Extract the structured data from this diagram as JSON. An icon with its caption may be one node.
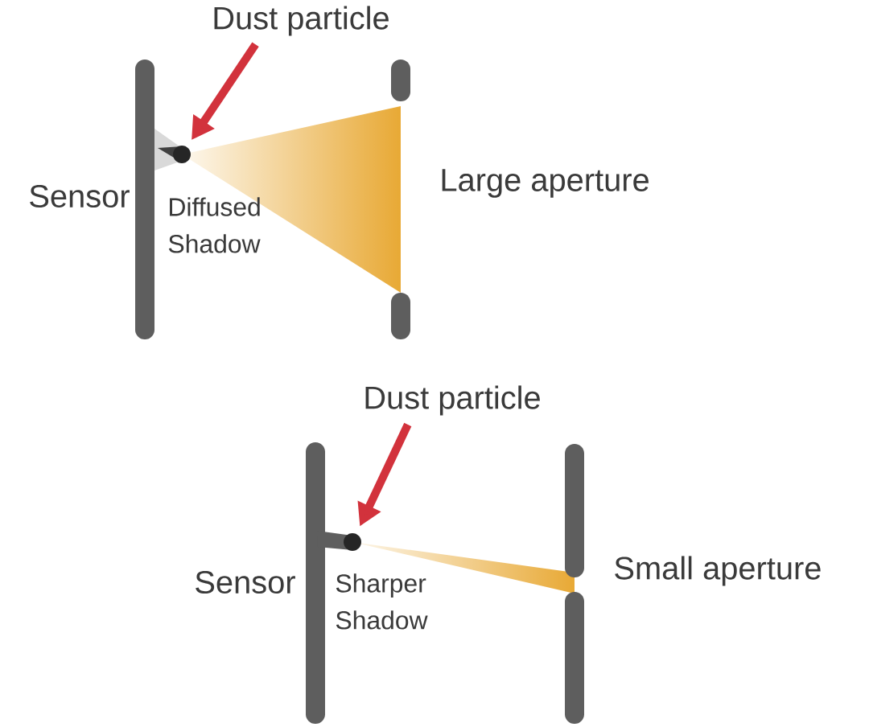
{
  "diagram": {
    "nodes": [
      {
        "text": [
          "Dust particle"
        ]
      },
      {
        "text": [],
        "shape": "circle"
      },
      {
        "text": [
          "Dust particle"
        ]
      },
      {
        "text": [],
        "shape": "circle"
      }
    ],
    "edges": [
      {
        "from": 0,
        "to": 1,
        "arrow": "to"
      },
      {
        "from": 2,
        "to": 3,
        "arrow": "to"
      }
    ],
    "labels": [
      "Sensor",
      "Diffused Shadow",
      "Large aperture",
      "Sensor",
      "Sharper Shadow",
      "Small aperture"
    ]
  }
}
